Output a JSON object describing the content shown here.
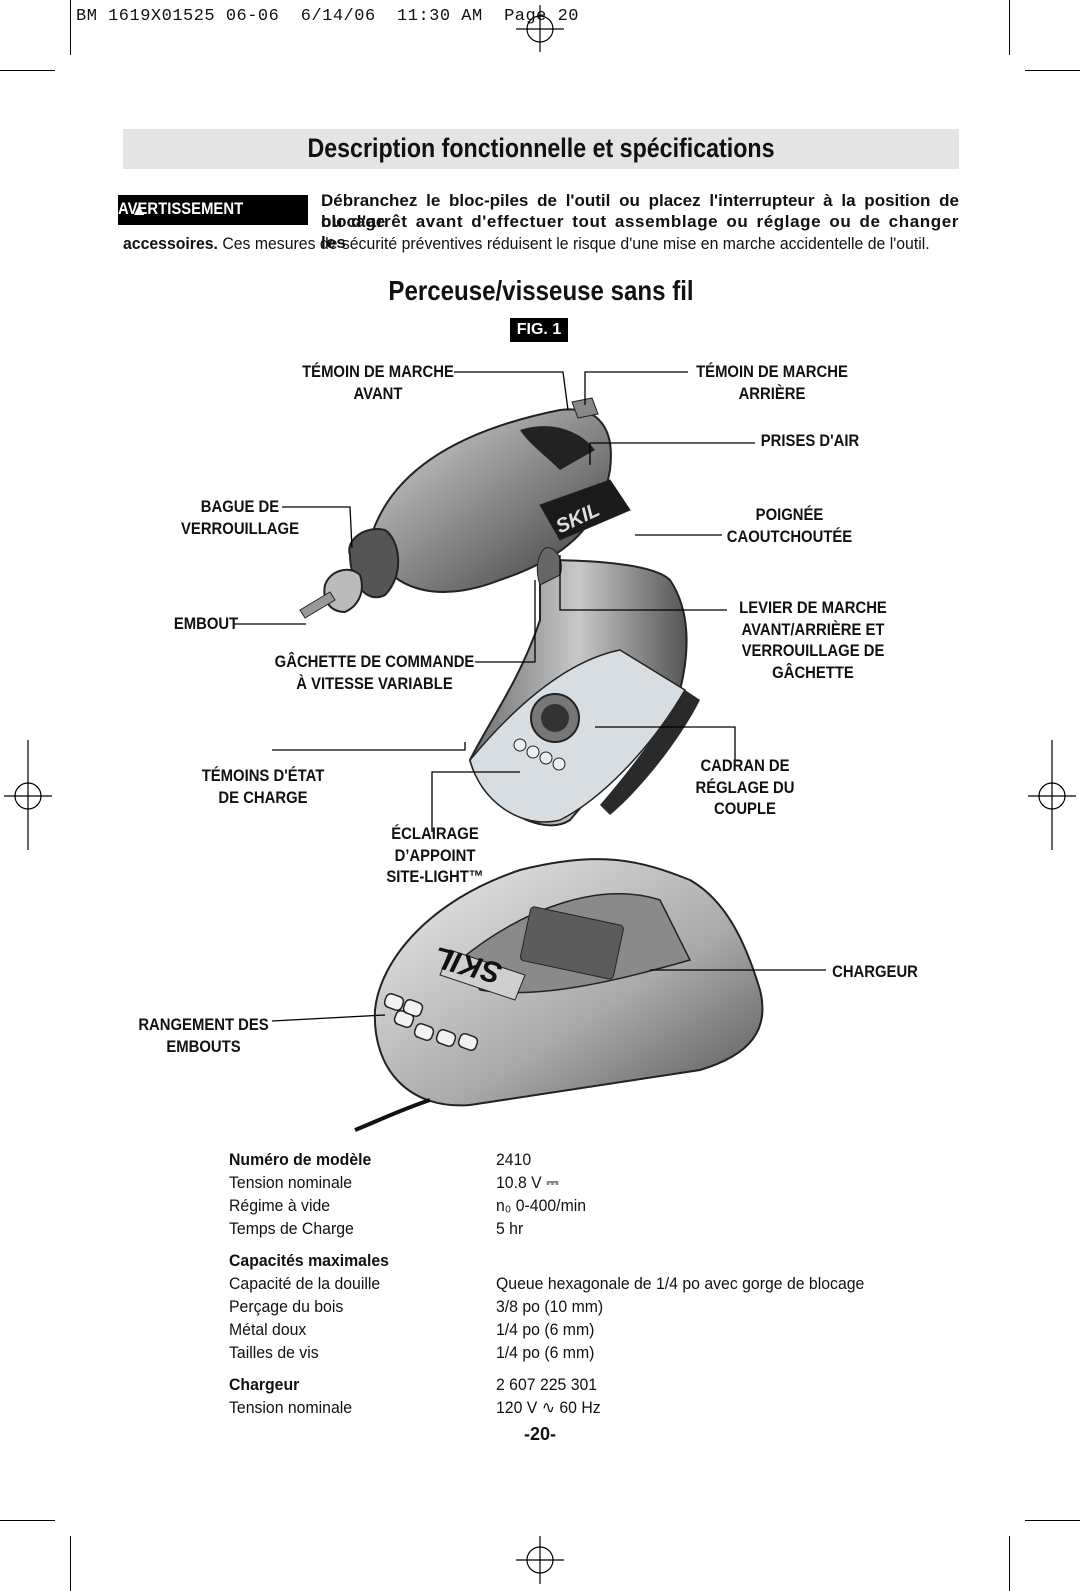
{
  "header_slug": "BM 1619X01525 06-06  6/14/06  11:30 AM  Page 20",
  "title": "Description fonctionnelle et spécifications",
  "warning": {
    "badge": "AVERTISSEMENT",
    "line1": "Débranchez le bloc-piles de l'outil ou placez l'interrupteur à la position de blocage",
    "line2": "ou d'arrêt avant d'effectuer tout assemblage ou réglage ou de changer les",
    "line3_bold": "accessoires.",
    "line3_rest": " Ces mesures de sécurité préventives réduisent le risque d'une mise en marche accidentelle de l'outil."
  },
  "subtitle": "Perceuse/visseuse sans fil",
  "figure_label": "FIG. 1",
  "callouts": {
    "forward_light": "TÉMOIN DE MARCHE\nAVANT",
    "reverse_light": "TÉMOIN DE MARCHE\nARRIÈRE",
    "air_vents": "PRISES D'AIR",
    "lock_ring": "BAGUE DE\nVERROUILLAGE",
    "rubber_grip": "POIGNÉE\nCAOUTCHOUTÉE",
    "bit": "EMBOUT",
    "direction_lever": "LEVIER DE MARCHE\nAVANT/ARRIÈRE ET\nVERROUILLAGE DE\nGÂCHETTE",
    "trigger": "GÂCHETTE DE COMMANDE\nÀ VITESSE VARIABLE",
    "charge_indicators": "TÉMOINS D'ÉTAT\nDE CHARGE",
    "torque_dial": "CADRAN DE\nRÉGLAGE DU\nCOUPLE",
    "site_light": "ÉCLAIRAGE\nD’APPOINT\nSITE-LIGHT™",
    "charger": "CHARGEUR",
    "bit_storage": "RANGEMENT DES\nEMBOUTS"
  },
  "specs": [
    {
      "label": "Numéro de modèle",
      "value": "2410",
      "bold": true
    },
    {
      "label": "Tension nominale",
      "value": "10.8 V ⎓"
    },
    {
      "label": "Régime à vide",
      "value": "n₀ 0-400/min"
    },
    {
      "label": "Temps de Charge",
      "value": "5 hr"
    },
    {
      "label": "Capacités maximales",
      "value": "",
      "bold": true
    },
    {
      "label": "Capacité de la douille",
      "value": "Queue hexagonale de 1/4 po avec gorge de blocage"
    },
    {
      "label": "Perçage du bois",
      "value": "3/8 po (10 mm)"
    },
    {
      "label": "Métal doux",
      "value": "1/4 po (6 mm)"
    },
    {
      "label": "Tailles de vis",
      "value": "1/4 po (6 mm)"
    },
    {
      "label": "Chargeur",
      "value": "2 607 225 301",
      "bold": true
    },
    {
      "label": "Tension nominale",
      "value": "120 V ∿ 60 Hz"
    }
  ],
  "page_number": "-20-",
  "illustration_logo_text": "SKIL"
}
